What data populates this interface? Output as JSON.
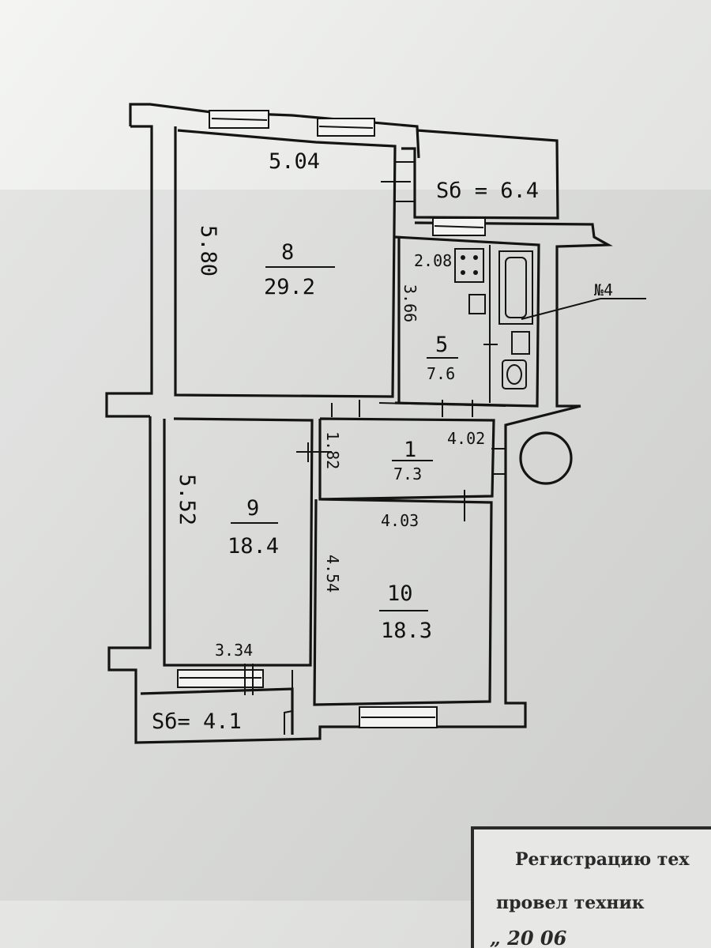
{
  "rooms": [
    {
      "id": "8",
      "number": "8",
      "area": "29.2",
      "width": "5.04",
      "length": "5.80"
    },
    {
      "id": "5",
      "number": "5",
      "area": "7.6",
      "width": "2.08",
      "length": "3.66"
    },
    {
      "id": "1",
      "number": "1",
      "area": "7.3",
      "width": "4.02",
      "length": "1.82"
    },
    {
      "id": "9",
      "number": "9",
      "area": "18.4",
      "width": "3.34",
      "length": "5.52"
    },
    {
      "id": "10",
      "number": "10",
      "area": "18.3",
      "width": "4.03",
      "length": "4.54"
    }
  ],
  "balconies": [
    {
      "id": "top",
      "label": "Sб = 6.4"
    },
    {
      "id": "bottom",
      "label": "Sб= 4.1"
    }
  ],
  "bathroom_label": "№4",
  "stamp": {
    "lines": [
      "Регистрацию тех",
      "провел техник",
      "„ 20  06"
    ]
  }
}
